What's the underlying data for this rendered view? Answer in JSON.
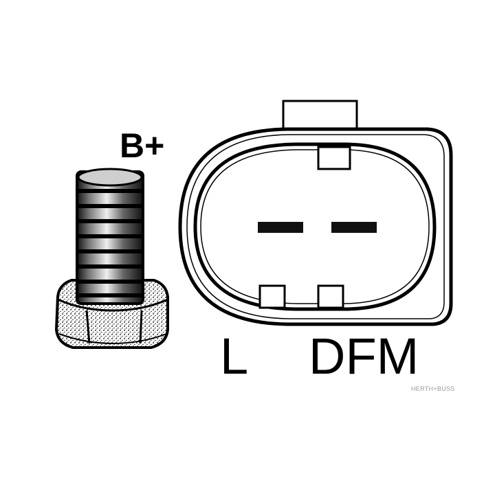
{
  "terminals": {
    "battery": {
      "label": "B+"
    },
    "pins": [
      {
        "label": "L"
      },
      {
        "label": "DFM"
      }
    ]
  },
  "watermark": {
    "text": "HERTH+BUSS"
  },
  "colors": {
    "line": "#000000",
    "background": "#ffffff",
    "watermark": "#9a9a9a"
  }
}
